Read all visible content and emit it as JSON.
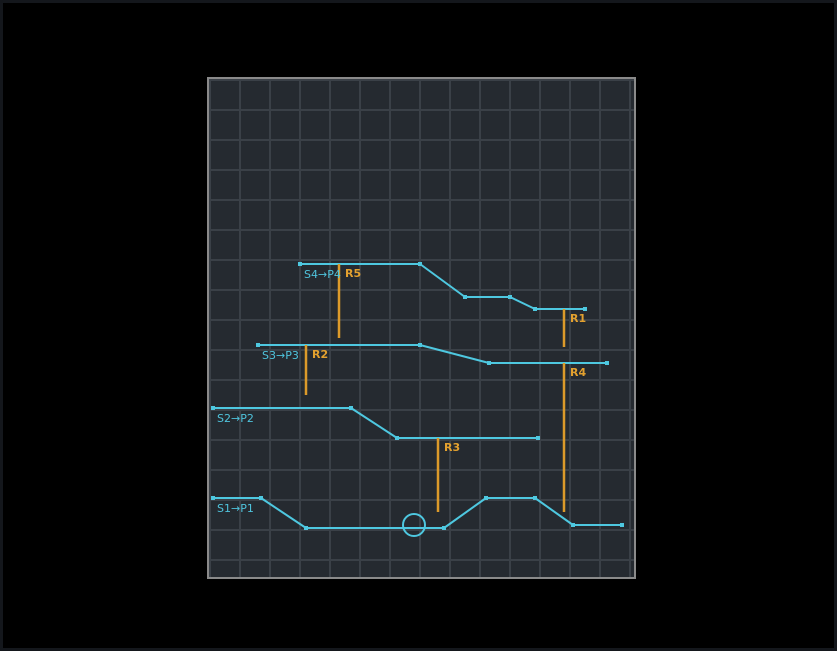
{
  "colors": {
    "background": "#000000",
    "board": "#252a30",
    "grid": "#3a4047",
    "board_border": "#8a8a8a",
    "wire": "#4ec8e0",
    "relay": "#dc9a2a"
  },
  "tracks": [
    {
      "id": "t1",
      "label": "S1→P1"
    },
    {
      "id": "t2",
      "label": "S2→P2"
    },
    {
      "id": "t3",
      "label": "S3→P3"
    },
    {
      "id": "t4",
      "label": "S4→P4"
    }
  ],
  "relays": [
    {
      "id": "r1",
      "label": "R1"
    },
    {
      "id": "r2",
      "label": "R2"
    },
    {
      "id": "r3",
      "label": "R3"
    },
    {
      "id": "r4",
      "label": "R4"
    },
    {
      "id": "r5",
      "label": "R5"
    }
  ],
  "cursor": {
    "icon": "circle-cursor-icon"
  }
}
